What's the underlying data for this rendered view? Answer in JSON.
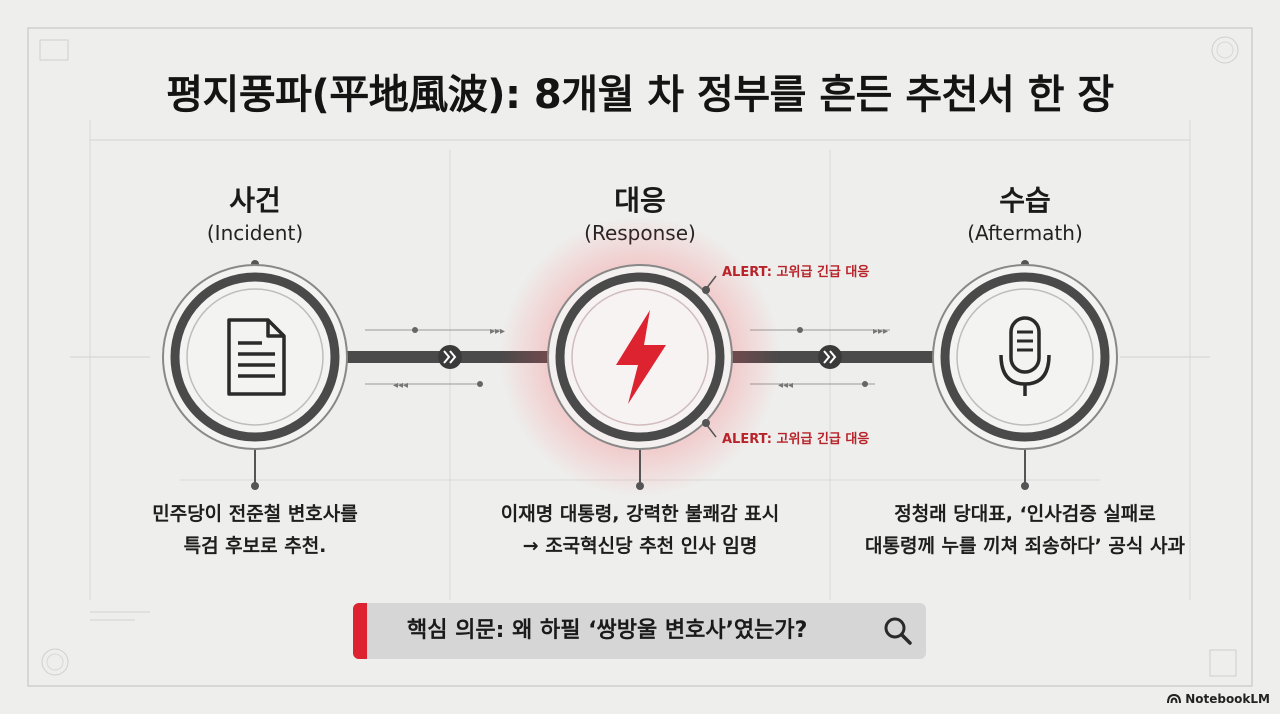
{
  "title": "평지풍파(平地風波): 8개월 차 정부를 흔든 추천서 한 장",
  "stages": [
    {
      "ko": "사건",
      "en": "(Incident)",
      "icon": "document-icon",
      "desc": [
        "민주당이 전준철 변호사를",
        "특검 후보로 추천."
      ]
    },
    {
      "ko": "대응",
      "en": "(Response)",
      "icon": "lightning-icon",
      "desc": [
        "이재명 대통령, 강력한 불쾌감 표시",
        "→ 조국혁신당 추천 인사 임명"
      ]
    },
    {
      "ko": "수습",
      "en": "(Aftermath)",
      "icon": "microphone-icon",
      "desc": [
        "정청래 당대표, ‘인사검증 실패로",
        "대통령께 누를 끼쳐 죄송하다’ 공식 사과"
      ]
    }
  ],
  "alerts": [
    "ALERT: 고위급 긴급 대응",
    "ALERT: 고위급 긴급 대응"
  ],
  "question": {
    "text": "핵심 의문: 왜 하필 ‘쌍방울 변호사’였는가?",
    "icon": "search-icon"
  },
  "brand": "NotebookLM",
  "colors": {
    "accent": "#dd2230",
    "ring": "#4a4a4a",
    "background": "#eeeeec"
  }
}
